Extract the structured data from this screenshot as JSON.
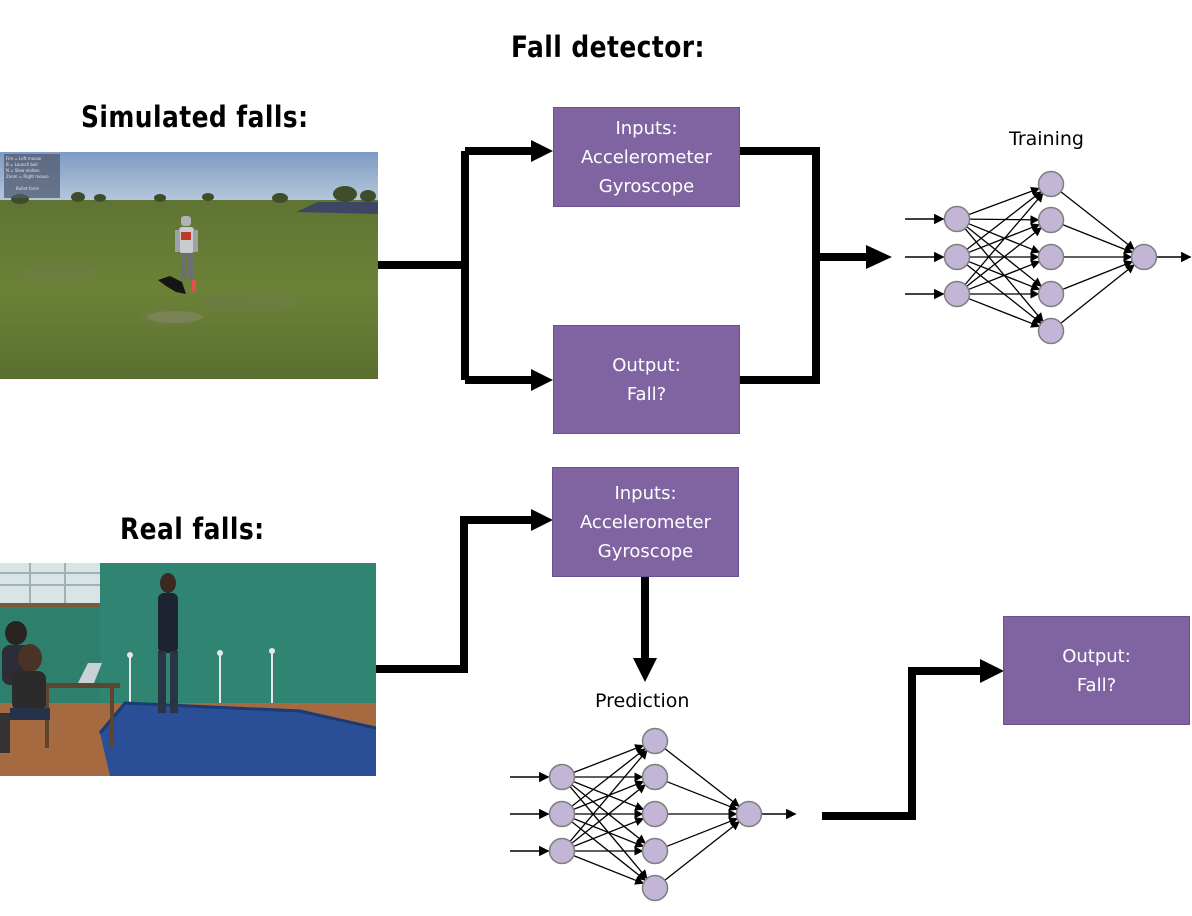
{
  "diagram": {
    "title": "Fall detector:",
    "simulated_heading": "Simulated falls:",
    "real_heading": "Real falls:",
    "training": {
      "inputs_box": [
        "Inputs:",
        "Accelerometer",
        "Gyroscope"
      ],
      "output_box": [
        "Output:",
        "Fall?"
      ],
      "network_label": "Training"
    },
    "prediction": {
      "inputs_box": [
        "Inputs:",
        "Accelerometer",
        "Gyroscope"
      ],
      "network_label": "Prediction",
      "output_box": [
        "Output:",
        "Fall?"
      ]
    },
    "simulation_overlay": [
      "Fire = Left mouse",
      "B = Launch ball",
      "N = Slow motion",
      "Zoom = Right mouse",
      "Bullet force"
    ]
  },
  "colors": {
    "box_fill": "#8064a2",
    "box_text": "#ffffff",
    "neuron_fill": "#c3b5d6",
    "neuron_stroke": "#7f7f7f",
    "arrow": "#000000"
  },
  "icons": {
    "simulated_photo": "simulated-fall-scene",
    "real_photo": "real-fall-scene"
  }
}
